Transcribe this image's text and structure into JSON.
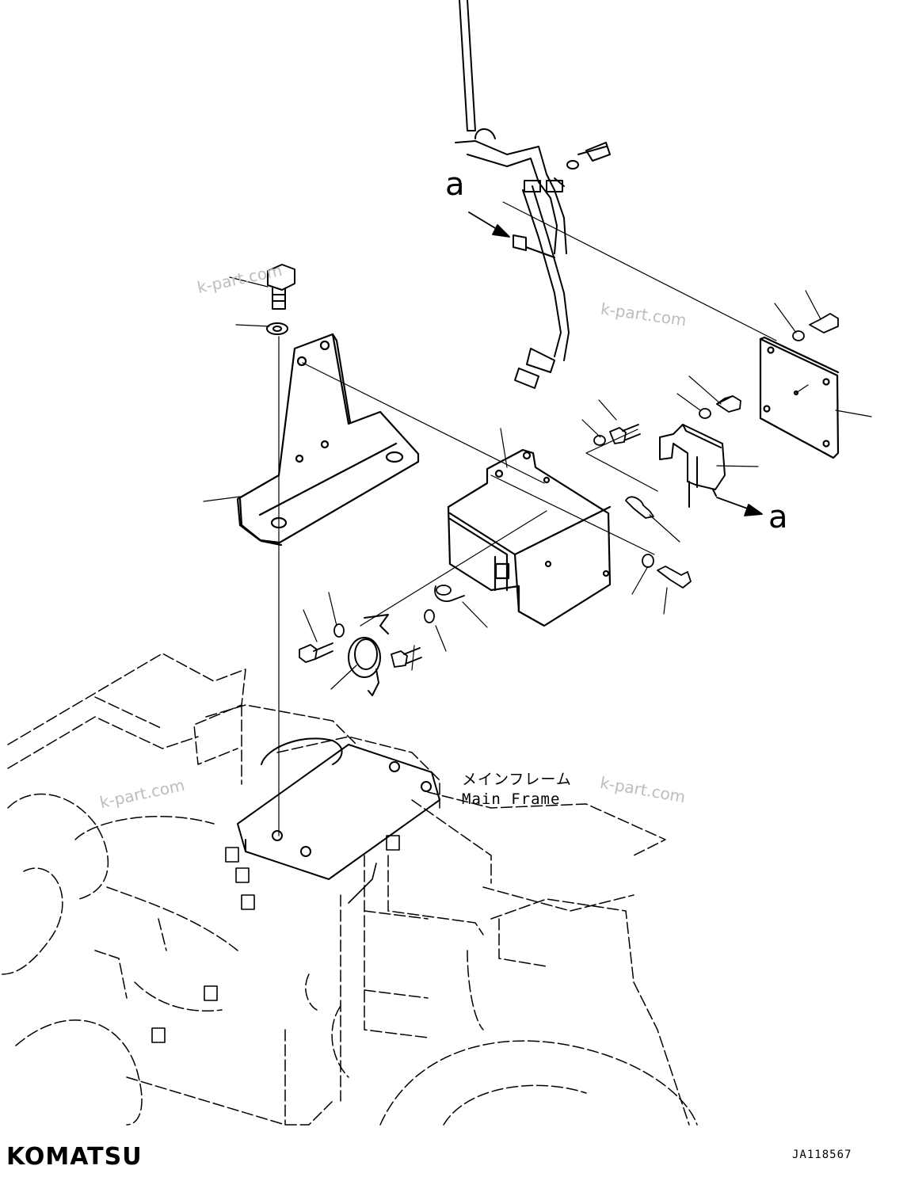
{
  "callouts": {
    "connector_marker_top": "a",
    "connector_marker_right": "a"
  },
  "labels": {
    "main_frame_jp": "メインフレーム",
    "main_frame_en": "Main Frame"
  },
  "watermarks": [
    "k-part.com",
    "k-part.com",
    "k-part.com",
    "k-part.com"
  ],
  "brand": {
    "logo_text": "KOMATSU"
  },
  "drawing_code": "JA118567"
}
